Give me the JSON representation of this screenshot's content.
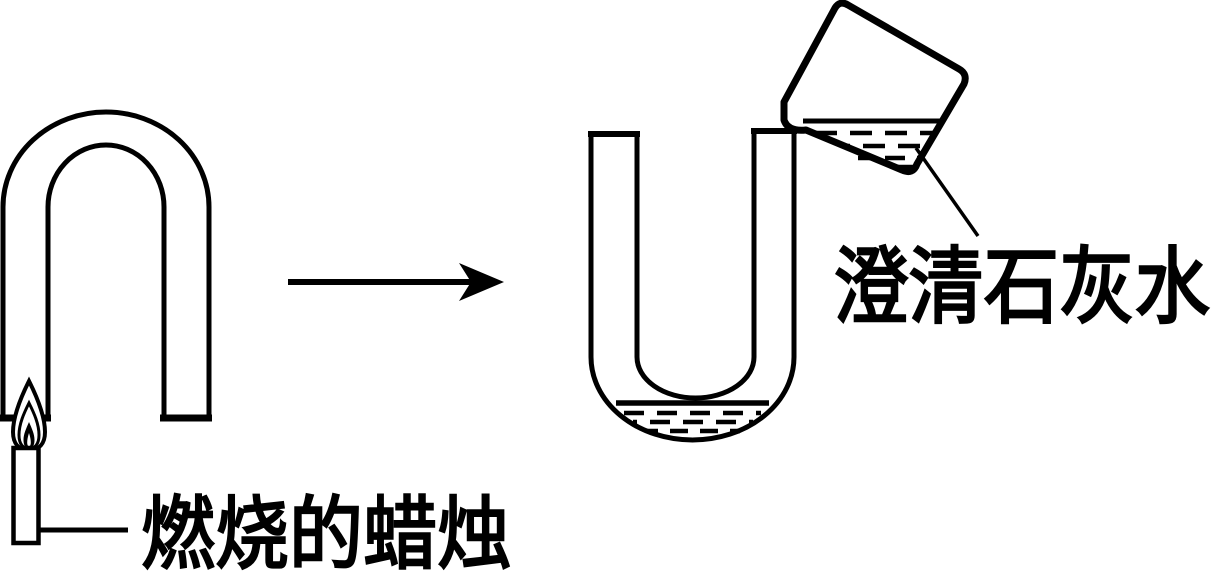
{
  "diagram": {
    "type": "chemistry-experiment-schematic",
    "background_color": "#ffffff",
    "line_color": "#000000",
    "left_apparatus": {
      "name": "inverted-u-tube-over-burning-candle",
      "label": "燃烧的蜡烛"
    },
    "arrow": {
      "direction": "right"
    },
    "right_apparatus": {
      "name": "u-tube-receiving-limewater-from-tilted-beaker",
      "label": "澄清石灰水"
    }
  }
}
